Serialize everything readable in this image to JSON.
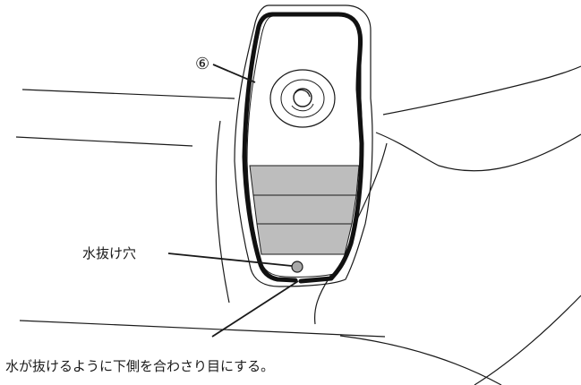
{
  "callouts": {
    "part_number": "⑥",
    "drain_hole": "水抜け穴",
    "seam_instruction": "水が抜けるように下側を合わさり目にする。"
  },
  "colors": {
    "line": "#1a1a1a",
    "gasket": "#111111",
    "shaded_panel": "#bdbdbd",
    "drain_hole_fill": "#a8a8a8",
    "background": "#ffffff"
  }
}
